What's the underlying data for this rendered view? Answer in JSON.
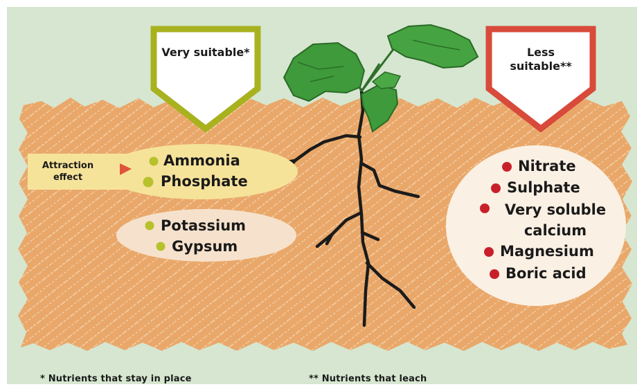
{
  "very_suitable": {
    "label": "Very suitable*"
  },
  "less_suitable": {
    "label": "Less suitable**"
  },
  "attraction": {
    "label": "Attraction effect"
  },
  "staying_nutrients": [
    "Ammonia",
    "Phosphate",
    "Potassium",
    "Gypsum"
  ],
  "leaching_nutrients": [
    "Nitrate",
    "Sulphate",
    "Very soluble calcium",
    "Magnesium",
    "Boric acid"
  ],
  "footnotes": {
    "stay": "* Nutrients that stay in place",
    "leach": "** Nutrients that leach"
  },
  "colors": {
    "background": "#d6e6d0",
    "soil": "#e9a86a",
    "hatch": "#f4d2ad",
    "yellow_oval": "#f6e39a",
    "cream_oval": "#f6e2cc",
    "white_oval": "#fbf0e4",
    "green_arrow": "#a8b21e",
    "red_arrow": "#d84a3a",
    "green_dot": "#b7c12c",
    "red_dot": "#c8202a",
    "root": "#1b1b1b",
    "leaf": "#3e9a3a"
  }
}
